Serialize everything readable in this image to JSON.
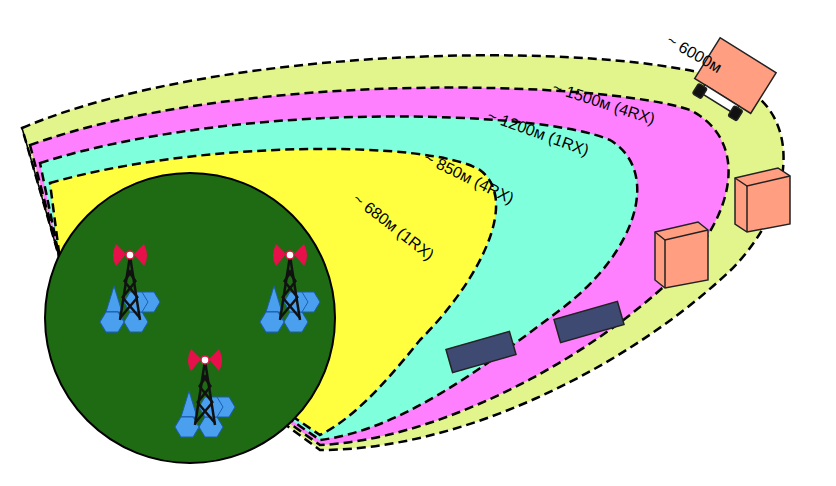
{
  "diagram": {
    "labels": [
      "~ 680м (1RX)",
      "~ 850м (4RX)",
      "~ 1200м (1RX)",
      "~ 1500м (4RX)",
      "~ 6000м"
    ]
  }
}
